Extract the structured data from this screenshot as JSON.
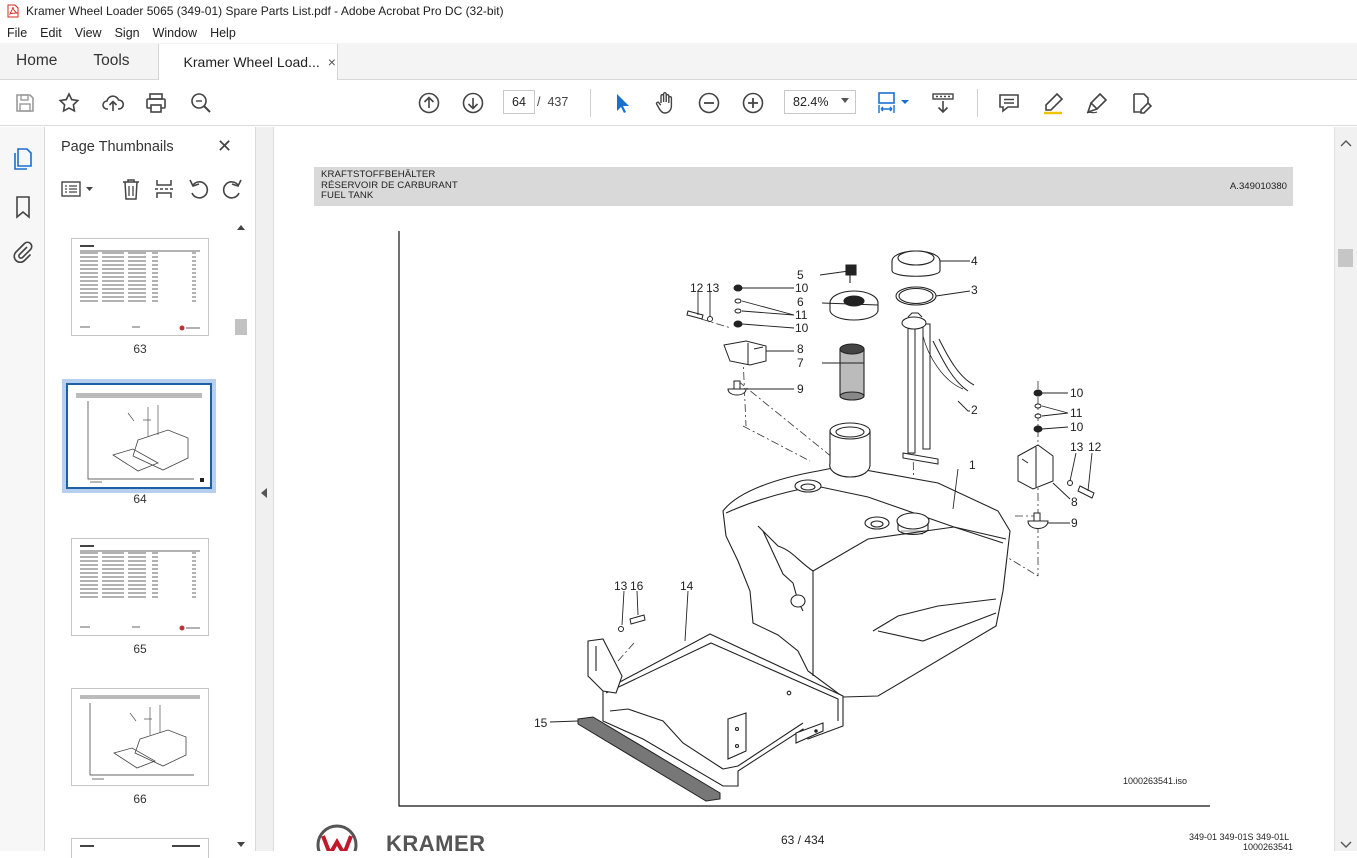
{
  "window": {
    "title": "Kramer Wheel Loader 5065 (349-01) Spare Parts List.pdf - Adobe Acrobat Pro DC (32-bit)"
  },
  "menu": [
    "File",
    "Edit",
    "View",
    "Sign",
    "Window",
    "Help"
  ],
  "tabs": {
    "home": "Home",
    "tools": "Tools",
    "document": "Kramer Wheel Load...",
    "close": "×"
  },
  "toolbar": {
    "page_current": "64",
    "page_sep": "/",
    "page_total": "437",
    "zoom": "82.4%"
  },
  "thumbnails_panel": {
    "title": "Page Thumbnails",
    "close": "✕",
    "pages": [
      {
        "label": "63",
        "kind": "list",
        "selected": false
      },
      {
        "label": "64",
        "kind": "drawing",
        "selected": true
      },
      {
        "label": "65",
        "kind": "list",
        "selected": false
      },
      {
        "label": "66",
        "kind": "drawing",
        "selected": false
      }
    ]
  },
  "document": {
    "header_de": "KRAFTSTOFFBEHÄLTER",
    "header_fr": "RÉSERVOIR DE CARBURANT",
    "header_en": "FUEL TANK",
    "header_code": "A.349010380",
    "drawing_id": "1000263541.iso",
    "page_footer": "63 / 434",
    "footer_models": "349-01  349-01S  349-01L",
    "footer_number": "1000263541",
    "brand": "KRAMER",
    "callouts": [
      "1",
      "2",
      "3",
      "4",
      "5",
      "6",
      "7",
      "8",
      "9",
      "10",
      "11",
      "12",
      "13",
      "14",
      "15",
      "16"
    ]
  }
}
